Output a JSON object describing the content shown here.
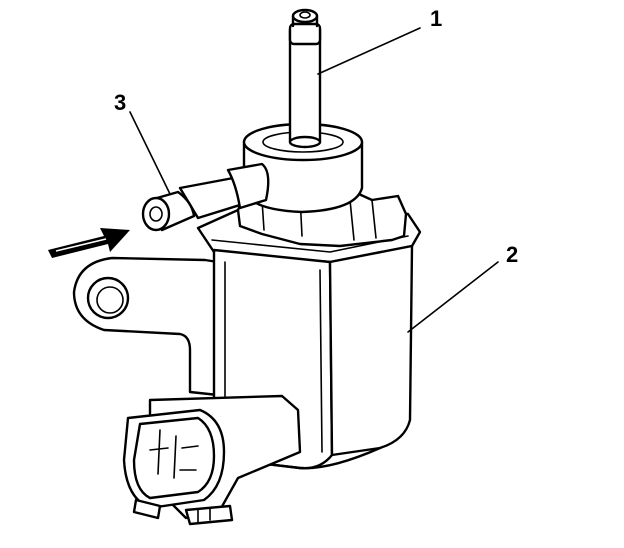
{
  "diagram": {
    "callouts": [
      {
        "id": "callout-1",
        "label": "1"
      },
      {
        "id": "callout-2",
        "label": "2"
      },
      {
        "id": "callout-3",
        "label": "3"
      }
    ],
    "colors": {
      "line": "#000000",
      "background": "#ffffff"
    },
    "icons": [
      "airflow-arrow-icon"
    ]
  }
}
